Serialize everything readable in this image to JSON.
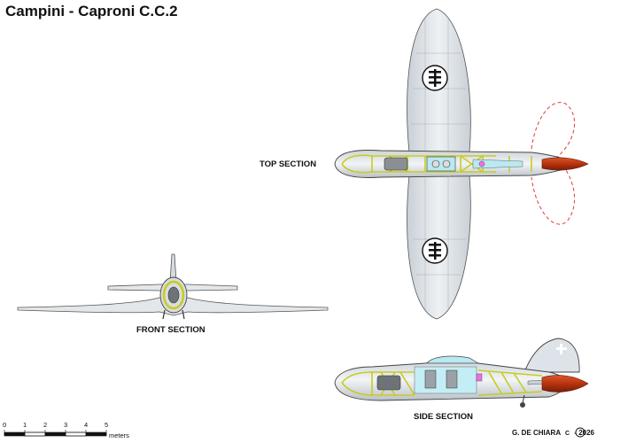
{
  "title": "Campini - Caproni C.C.2",
  "views": {
    "top_label": "TOP SECTION",
    "front_label": "FRONT SECTION",
    "side_label": "SIDE SECTION"
  },
  "scale": {
    "ticks": [
      "0",
      "1",
      "2",
      "3",
      "4",
      "5"
    ],
    "unit": "meters"
  },
  "credit": {
    "author": "G. DE CHIARA",
    "year": "2026",
    "symbol": "C"
  },
  "colors": {
    "skin": "#dde3e8",
    "structure": "#e6ea3a",
    "exhaust": "#b8330f",
    "rudder_outline": "#e03a3a",
    "cockpit": "#b9e9f2",
    "engine": "#8a8f94"
  }
}
